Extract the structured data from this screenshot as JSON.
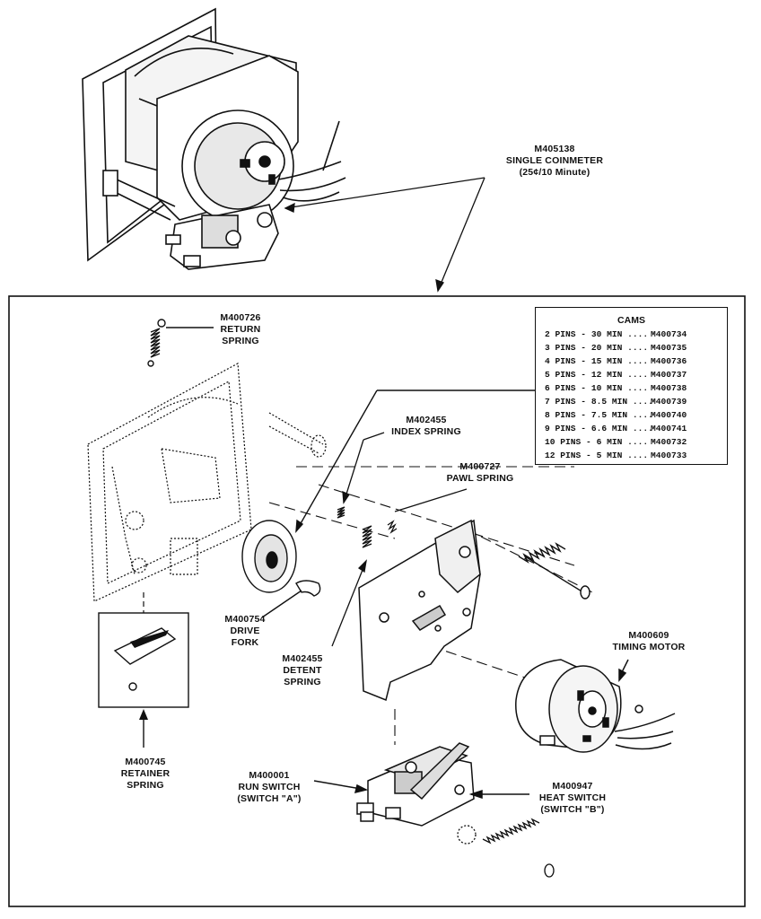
{
  "labels": {
    "coinmeter": [
      "M405138",
      "SINGLE COINMETER",
      "(25¢/10 Minute)"
    ],
    "return_spring": [
      "M400726",
      "RETURN",
      "SPRING"
    ],
    "index_spring": [
      "M402455",
      "INDEX SPRING"
    ],
    "pawl_spring": [
      "M400727",
      "PAWL SPRING"
    ],
    "drive_fork": [
      "M400754",
      "DRIVE",
      "FORK"
    ],
    "detent_spring": [
      "M402455",
      "DETENT",
      "SPRING"
    ],
    "timing_motor": [
      "M400609",
      "TIMING MOTOR"
    ],
    "retainer_spring": [
      "M400745",
      "RETAINER",
      "SPRING"
    ],
    "run_switch": [
      "M400001",
      "RUN SWITCH",
      "(SWITCH \"A\")"
    ],
    "heat_switch": [
      "M400947",
      "HEAT SWITCH",
      "(SWITCH \"B\")"
    ]
  },
  "cams": {
    "title": "CAMS",
    "rows": [
      {
        "pins": "2 PINS - 30 MIN ....",
        "part": "M400734"
      },
      {
        "pins": "3 PINS - 20 MIN ....",
        "part": "M400735"
      },
      {
        "pins": "4 PINS - 15 MIN ....",
        "part": "M400736"
      },
      {
        "pins": "5 PINS - 12 MIN ....",
        "part": "M400737"
      },
      {
        "pins": "6 PINS - 10 MIN ....",
        "part": "M400738"
      },
      {
        "pins": "7 PINS - 8.5 MIN ....",
        "part": "M400739"
      },
      {
        "pins": "8 PINS - 7.5 MIN ....",
        "part": "M400740"
      },
      {
        "pins": "9 PINS - 6.6 MIN ....",
        "part": "M400741"
      },
      {
        "pins": "10 PINS - 6 MIN ....",
        "part": "M400732"
      },
      {
        "pins": "12 PINS - 5 MIN ....",
        "part": "M400733"
      }
    ]
  }
}
